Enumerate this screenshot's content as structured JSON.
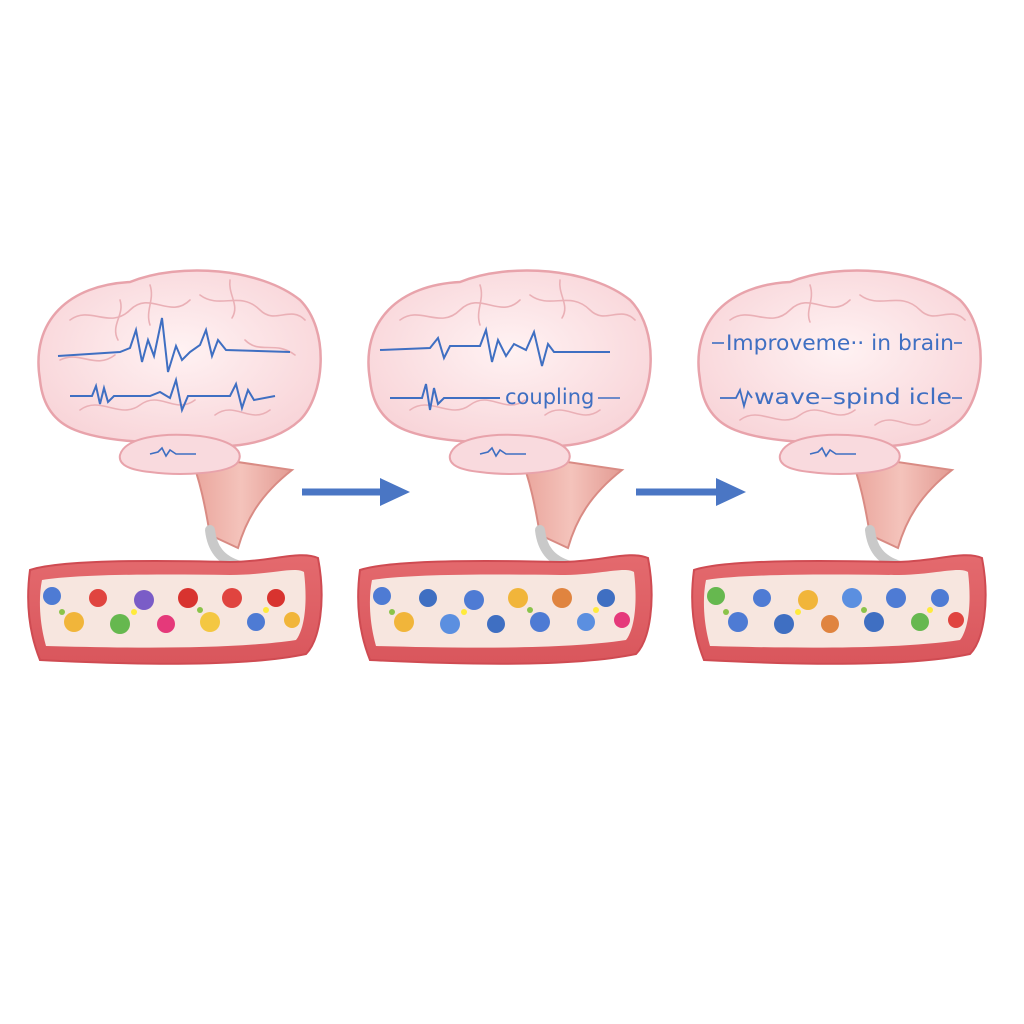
{
  "panels": [
    {
      "id": "stage-1",
      "labels": []
    },
    {
      "id": "stage-2",
      "labels": [
        "coupling"
      ]
    },
    {
      "id": "stage-3",
      "labels": [
        "Improveme·· in brain",
        "wave–spind icle"
      ]
    }
  ],
  "arrows": [
    "arrow-1-to-2",
    "arrow-2-to-3"
  ],
  "colors": {
    "brain_fill": "#fbe3e6",
    "brain_stroke": "#e8a3ab",
    "wave": "#3f6fc2",
    "vessel_wall": "#e3646a",
    "vessel_inner": "#f6e3dc",
    "arrow": "#4a76c4"
  }
}
